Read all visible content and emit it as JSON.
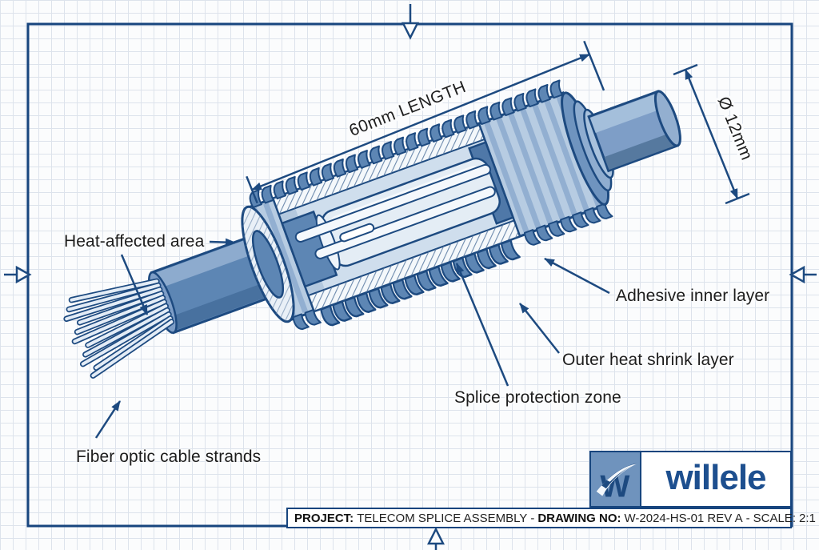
{
  "colors": {
    "line": "#1d4a80",
    "frame": "#17457e",
    "navy": "#1d4f8f",
    "mid_blue": "#5d86b4",
    "light_blue": "#c7d8ea",
    "logo_square": "#6f93bd",
    "label_text": "#1c1c1c"
  },
  "dimensions": {
    "length": "60mm LENGTH",
    "diameter": "Ø 12mm"
  },
  "callouts": {
    "heat_affected": "Heat-affected area",
    "adhesive": "Adhesive inner layer",
    "outer_shrink": "Outer heat shrink layer",
    "splice_zone": "Splice protection zone",
    "fiber_strands": "Fiber optic cable strands"
  },
  "logo": {
    "monogram": "W",
    "wordmark": "willele"
  },
  "title_block": {
    "project_label": "PROJECT:",
    "project_value": "TELECOM SPLICE ASSEMBLY",
    "separator_1": "-",
    "drawing_no_label": "DRAWING NO:",
    "drawing_no_value": "W-2024-HS-01 REV A",
    "separator_2": "-",
    "scale_label": "SCALE:",
    "scale_value": "2:1"
  }
}
